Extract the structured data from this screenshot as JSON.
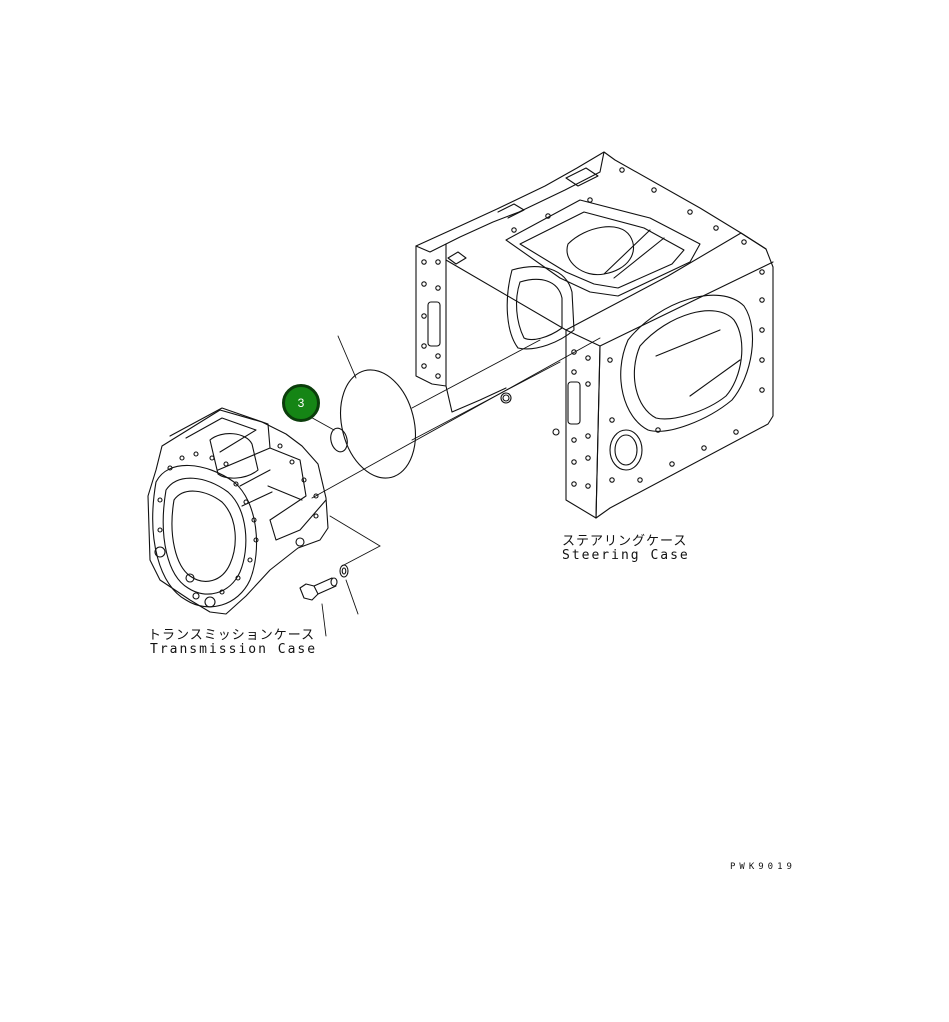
{
  "labels": {
    "steering_case_jp": "ステアリングケース",
    "steering_case_en": "Steering Case",
    "transmission_case_jp": "トランスミッションケース",
    "transmission_case_en": "Transmission Case",
    "drawing_code": "PWK9019"
  },
  "callouts": [
    {
      "number": "3",
      "color": "#158515"
    }
  ]
}
